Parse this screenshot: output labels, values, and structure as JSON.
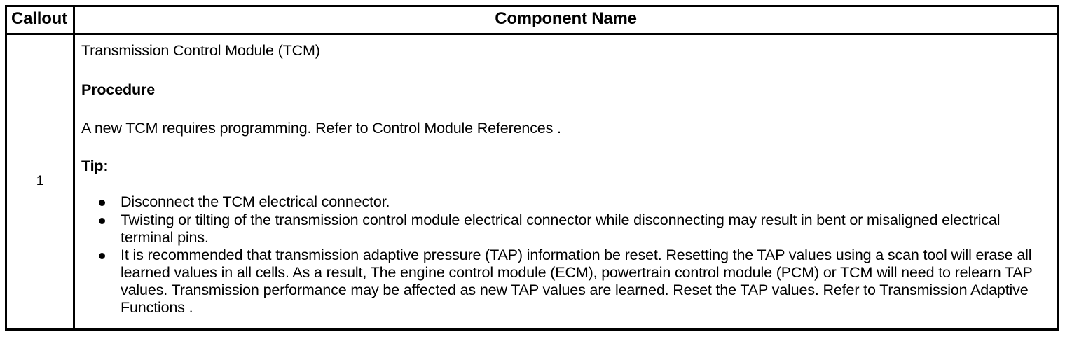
{
  "table": {
    "headers": {
      "callout": "Callout",
      "component_name": "Component Name"
    },
    "rows": [
      {
        "callout": "1",
        "title": "Transmission Control Module (TCM)",
        "procedure_heading": "Procedure",
        "procedure_text": "A new TCM requires programming. Refer to Control Module References .",
        "tip_heading": "Tip:",
        "tips": [
          "Disconnect the TCM electrical connector.",
          "Twisting or tilting of the transmission control module electrical connector while disconnecting may result in bent or misaligned electrical terminal pins.",
          "It is recommended that transmission adaptive pressure (TAP) information be reset. Resetting the TAP values using a scan tool will erase all learned values in all cells. As a result, The engine control module (ECM), powertrain control module (PCM) or TCM will need to relearn TAP values. Transmission performance may be affected as new TAP values are learned. Reset the TAP values. Refer to Transmission Adaptive Functions ."
        ]
      }
    ]
  },
  "colors": {
    "border": "#000000",
    "text": "#000000",
    "background": "#ffffff"
  }
}
